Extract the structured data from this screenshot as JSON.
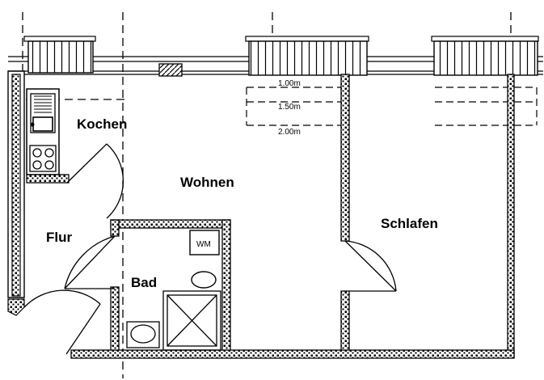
{
  "rooms": {
    "kitchen": "Kochen",
    "living": "Wohnen",
    "bedroom": "Schlafen",
    "hall": "Flur",
    "bath": "Bad"
  },
  "fixtures": {
    "washing_machine": "WM"
  },
  "dimensions": {
    "d1": "1.00m",
    "d2": "1.50m",
    "d3": "2.00m"
  }
}
